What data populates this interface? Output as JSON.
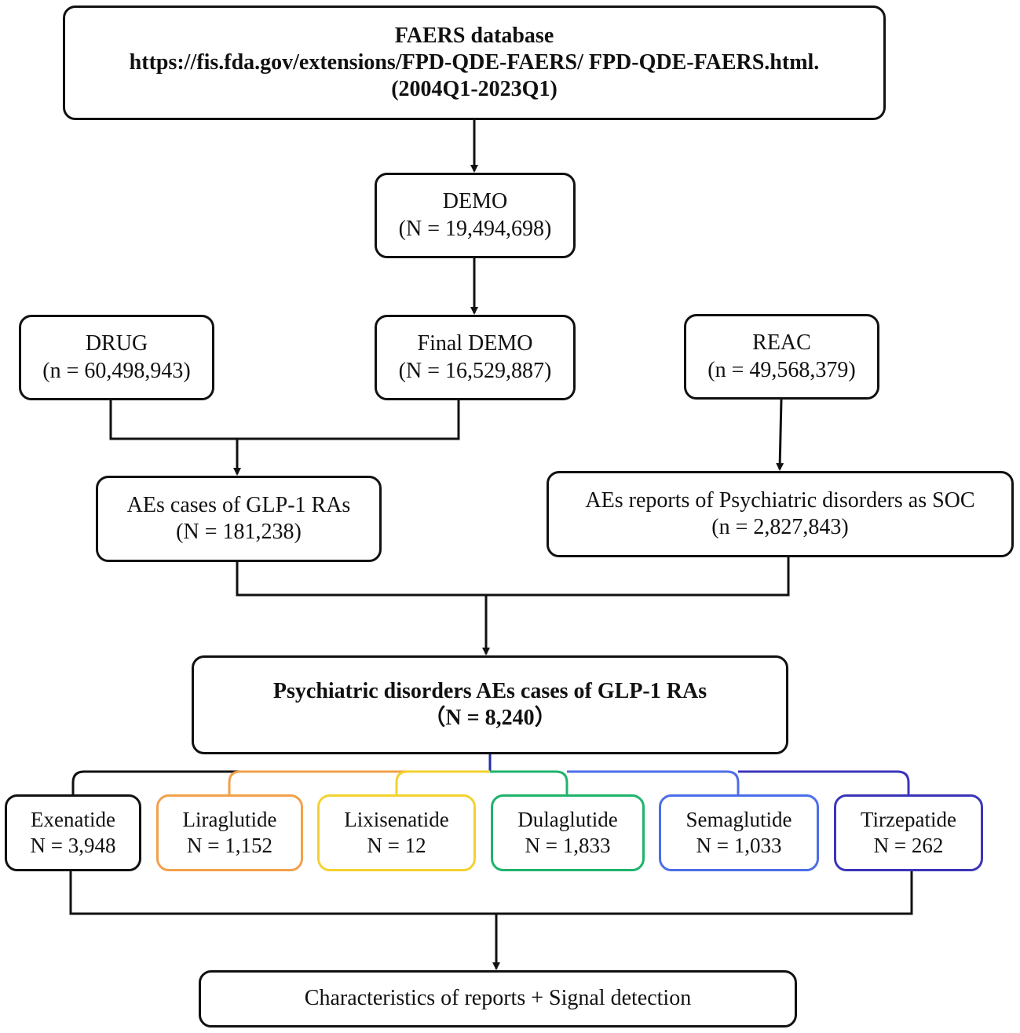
{
  "faers": {
    "title": "FAERS database",
    "url": "https://fis.fda.gov/extensions/FPD-QDE-FAERS/ FPD-QDE-FAERS.html.",
    "period": "(2004Q1-2023Q1)"
  },
  "demo": {
    "name": "DEMO",
    "count": "(N = 19,494,698)"
  },
  "drug": {
    "name": "DRUG",
    "count": "(n = 60,498,943)"
  },
  "final_demo": {
    "name": "Final DEMO",
    "count": "(N = 16,529,887)"
  },
  "reac": {
    "name": "REAC",
    "count": "(n = 49,568,379)"
  },
  "glp1_cases": {
    "name": "AEs cases of GLP-1 RAs",
    "count": "(N = 181,238)"
  },
  "psy_reports": {
    "name": "AEs reports of Psychiatric disorders as SOC",
    "count": "(n = 2,827,843)"
  },
  "psy_glp1": {
    "name": "Psychiatric disorders AEs cases of GLP-1 RAs",
    "count": "（N = 8,240）"
  },
  "drugs": [
    {
      "name": "Exenatide",
      "count": "N = 3,948",
      "color": "#111111"
    },
    {
      "name": "Liraglutide",
      "count": "N = 1,152",
      "color": "#f2a04a"
    },
    {
      "name": "Lixisenatide",
      "count": "N = 12",
      "color": "#f3d230"
    },
    {
      "name": "Dulaglutide",
      "count": "N = 1,833",
      "color": "#1fb36b"
    },
    {
      "name": "Semaglutide",
      "count": "N = 1,033",
      "color": "#4c6ee8"
    },
    {
      "name": "Tirzepatide",
      "count": "N = 262",
      "color": "#3b35b8"
    }
  ],
  "result": {
    "text": "Characteristics of reports  +  Signal detection"
  }
}
